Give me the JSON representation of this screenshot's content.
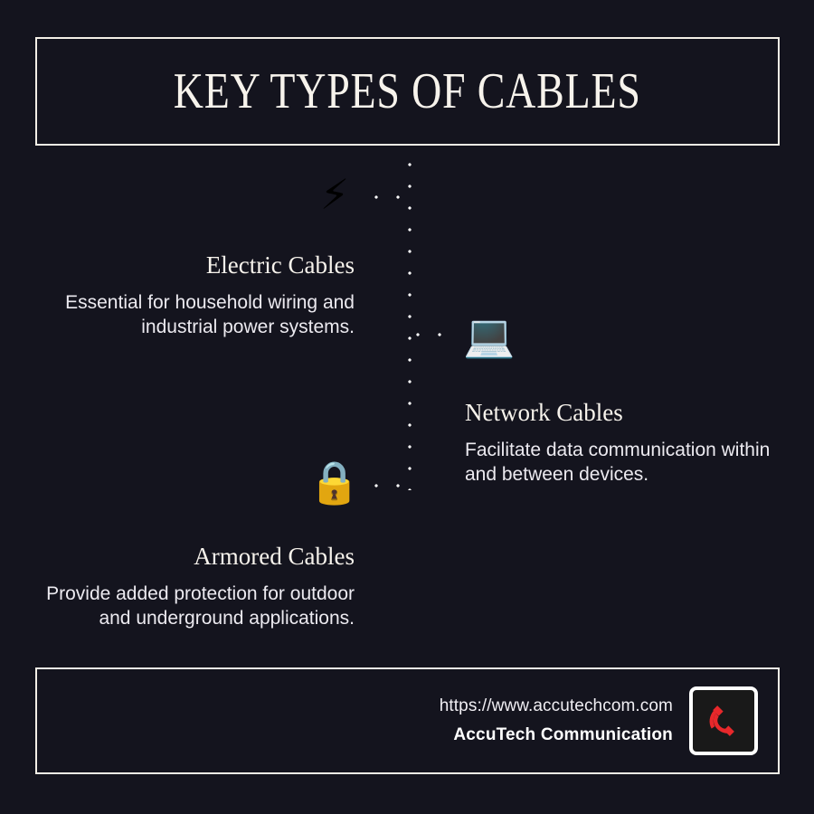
{
  "poster": {
    "background_color": "#14141e",
    "accent_color": "#f3efe6",
    "title": "KEY TYPES OF CABLES"
  },
  "sections": [
    {
      "icon": "high-voltage-icon",
      "icon_glyph": "⚡",
      "title": "Electric Cables",
      "description": "Essential for household wiring and industrial power systems."
    },
    {
      "icon": "laptop-icon",
      "icon_glyph": "💻",
      "title": "Network Cables",
      "description": "Facilitate data communication within and between devices."
    },
    {
      "icon": "lock-icon",
      "icon_glyph": "🔒",
      "title": "Armored Cables",
      "description": "Provide added protection for outdoor and underground applications."
    }
  ],
  "footer": {
    "url": "https://www.accutechcom.com",
    "company": "AccuTech Communication",
    "phone_icon": "telephone-receiver-icon",
    "phone_icon_color": "#e8282b"
  }
}
